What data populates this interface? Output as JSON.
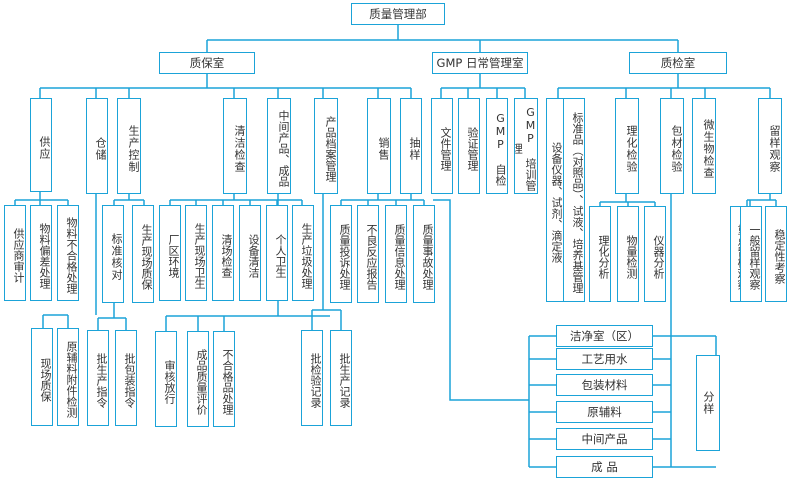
{
  "root": "质量管理部",
  "departments": {
    "qa": "质保室",
    "gmp": "GMP 日常管理室",
    "qc": "质检室"
  },
  "qa_sections": {
    "supply": "供应",
    "warehouse": "仓储",
    "production_control": "生产控制",
    "clean_inspection": "清洁检查",
    "intermediate_product": "中间产品、成品",
    "product_archive": "产品档案管理",
    "sales": "销售",
    "sampling": "抽样"
  },
  "gmp_sections": {
    "document_mgmt": "文件管理",
    "validation_mgmt": "验证管理",
    "gmp_self_inspection": "GMP 自检",
    "gmp_training": "GMP 培训管理"
  },
  "qc_sections": {
    "standards": "标准品（对照品）、试液、培养基管理",
    "equipment": "设备仪器、试剂、滴定液",
    "physchem": "理化检验",
    "packaging_inspection": "包材检验",
    "microbial": "微生物检查",
    "retained_sample": "留样观察"
  },
  "supply_children": {
    "supplier_audit": "供应商审计",
    "material_deviation": "物料偏差处理",
    "nonconforming_material": "物料不合格处理"
  },
  "warehouse_children": {
    "onsite_quality": "现场质保",
    "excipient_inspection": "原辅料附件检测"
  },
  "production_children": {
    "standard_check": "标准核对",
    "onsite_quality": "生产现场质保",
    "batch_production_instruction": "批生产指令",
    "batch_packaging_instruction": "批包装指令"
  },
  "clean_children": {
    "plant_environment": "厂区环境",
    "site_hygiene": "生产现场卫生",
    "clearance_check": "清场检查",
    "equipment_cleaning": "设备清洁",
    "personal_hygiene": "个人卫生",
    "waste_handling": "生产垃圾处理"
  },
  "product_children": {
    "review_release": "审核放行",
    "quality_evaluation": "成品质量评价",
    "nonconforming_product": "不合格品处理"
  },
  "archive_children": {
    "batch_inspection_record": "批检验记录",
    "batch_production_record": "批生产记录"
  },
  "sales_children": {
    "complaint_handling": "质量投诉处理",
    "adverse_reaction": "不良反应报告",
    "quality_info": "质量信息处理",
    "incident_handling": "质量事故处理"
  },
  "physchem_children": {
    "physchem_analysis": "理化分析",
    "physical_testing": "物量检测",
    "instrument_analysis": "仪器分析"
  },
  "retained_children": {
    "key_retained": "重点留样观察",
    "general_retained": "一般留样观察",
    "stability_study": "稳定性考察"
  },
  "sampling_targets": {
    "cleanroom": "洁净室（区）",
    "process_water": "工艺用水",
    "packaging_material": "包装材料",
    "raw_excipients": "原辅料",
    "intermediate": "中间产品",
    "finished": "成 品"
  },
  "sampling_label": "分样"
}
